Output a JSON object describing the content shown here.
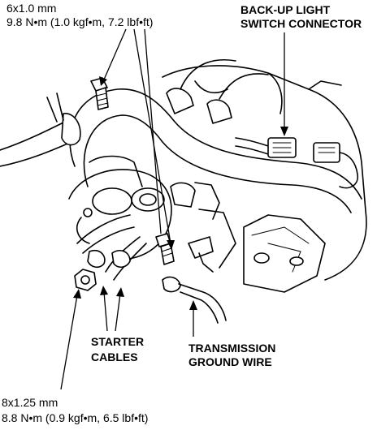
{
  "labels": {
    "top_bolt_size": "6x1.0 mm",
    "top_bolt_torque": "9.8 N•m (1.0 kgf•m, 7.2 lbf•ft)",
    "backup_line1": "BACK-UP LIGHT",
    "backup_line2": "SWITCH CONNECTOR",
    "starter_line1": "STARTER",
    "starter_line2": "CABLES",
    "ground_line1": "TRANSMISSION",
    "ground_line2": "GROUND WIRE",
    "bottom_nut_size": "8x1.25 mm",
    "bottom_nut_torque": "8.8 N•m (0.9 kgf•m, 6.5 lbf•ft)"
  }
}
